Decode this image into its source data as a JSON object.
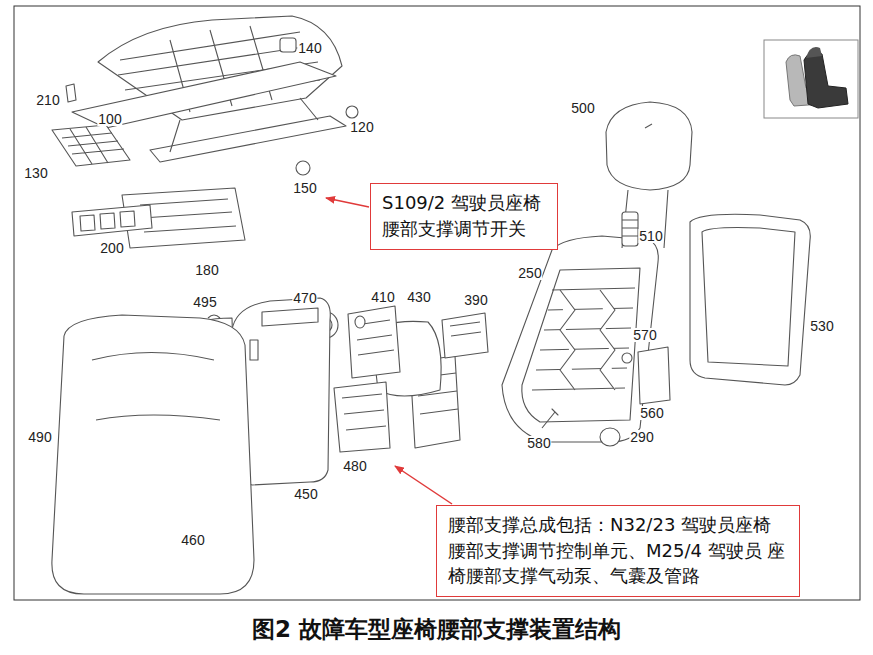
{
  "diagram": {
    "caption": "图2 故障车型座椅腰部支撑装置结构",
    "nodes": [
      {
        "text": [
          "S109/2 驾驶员座椅 腰部支撑调节开关"
        ]
      },
      {
        "text": [
          "腰部支撑总成包括：N32/23 驾驶员座椅 腰部支撑调节控制单元、M25/4 驾驶员 座椅腰部支撑气动泵、气囊及管路"
        ]
      }
    ],
    "labels": [
      "140",
      "210",
      "100",
      "120",
      "130",
      "150",
      "200",
      "180",
      "500",
      "510",
      "250",
      "530",
      "495",
      "470",
      "410",
      "430",
      "390",
      "570",
      "560",
      "490",
      "580",
      "290",
      "460",
      "450",
      "480"
    ]
  }
}
